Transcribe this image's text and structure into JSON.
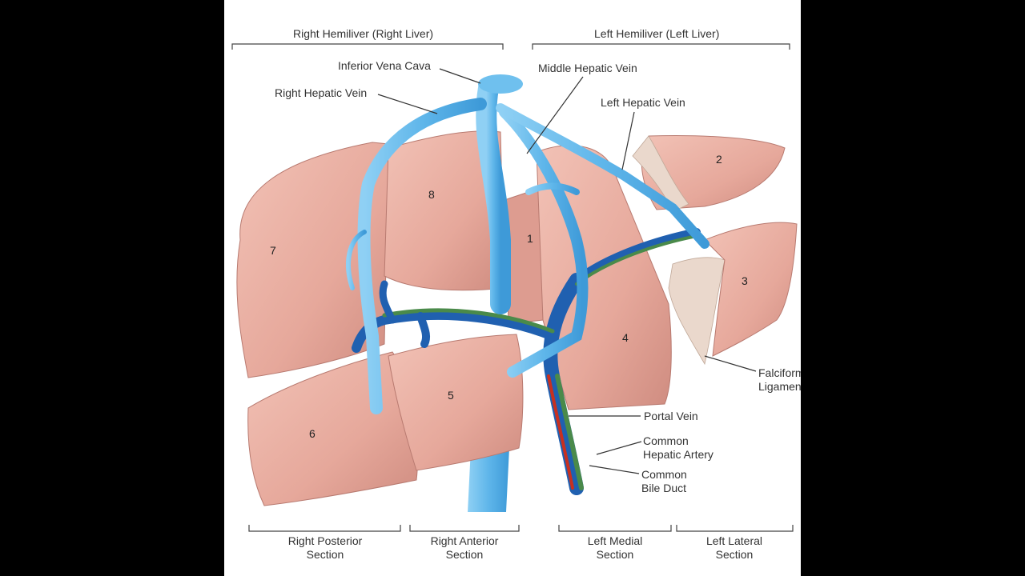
{
  "headers": {
    "right": "Right Hemiliver (Right Liver)",
    "left": "Left Hemiliver (Left Liver)"
  },
  "labels": {
    "ivc": "Inferior Vena Cava",
    "rhv": "Right Hepatic Vein",
    "mhv": "Middle Hepatic Vein",
    "lhv": "Left Hepatic Vein",
    "falciform_1": "Falciform",
    "falciform_2": "Ligament",
    "portal": "Portal Vein",
    "artery_1": "Common",
    "artery_2": "Hepatic Artery",
    "bile_1": "Common",
    "bile_2": "Bile Duct"
  },
  "segments": {
    "s1": "1",
    "s2": "2",
    "s3": "3",
    "s4": "4",
    "s5": "5",
    "s6": "6",
    "s7": "7",
    "s8": "8"
  },
  "sections": {
    "rp_1": "Right Posterior",
    "rp_2": "Section",
    "ra_1": "Right Anterior",
    "ra_2": "Section",
    "lm_1": "Left Medial",
    "lm_2": "Section",
    "ll_1": "Left Lateral",
    "ll_2": "Section"
  },
  "colors": {
    "liver": "#e8ada0",
    "liver_shade": "#d08e82",
    "hepatic_vein": "#6fc0ee",
    "portal_vein": "#2060b0",
    "artery": "#c83020",
    "bile_duct": "#4a8a4a",
    "ligament": "#e8d8cc"
  }
}
